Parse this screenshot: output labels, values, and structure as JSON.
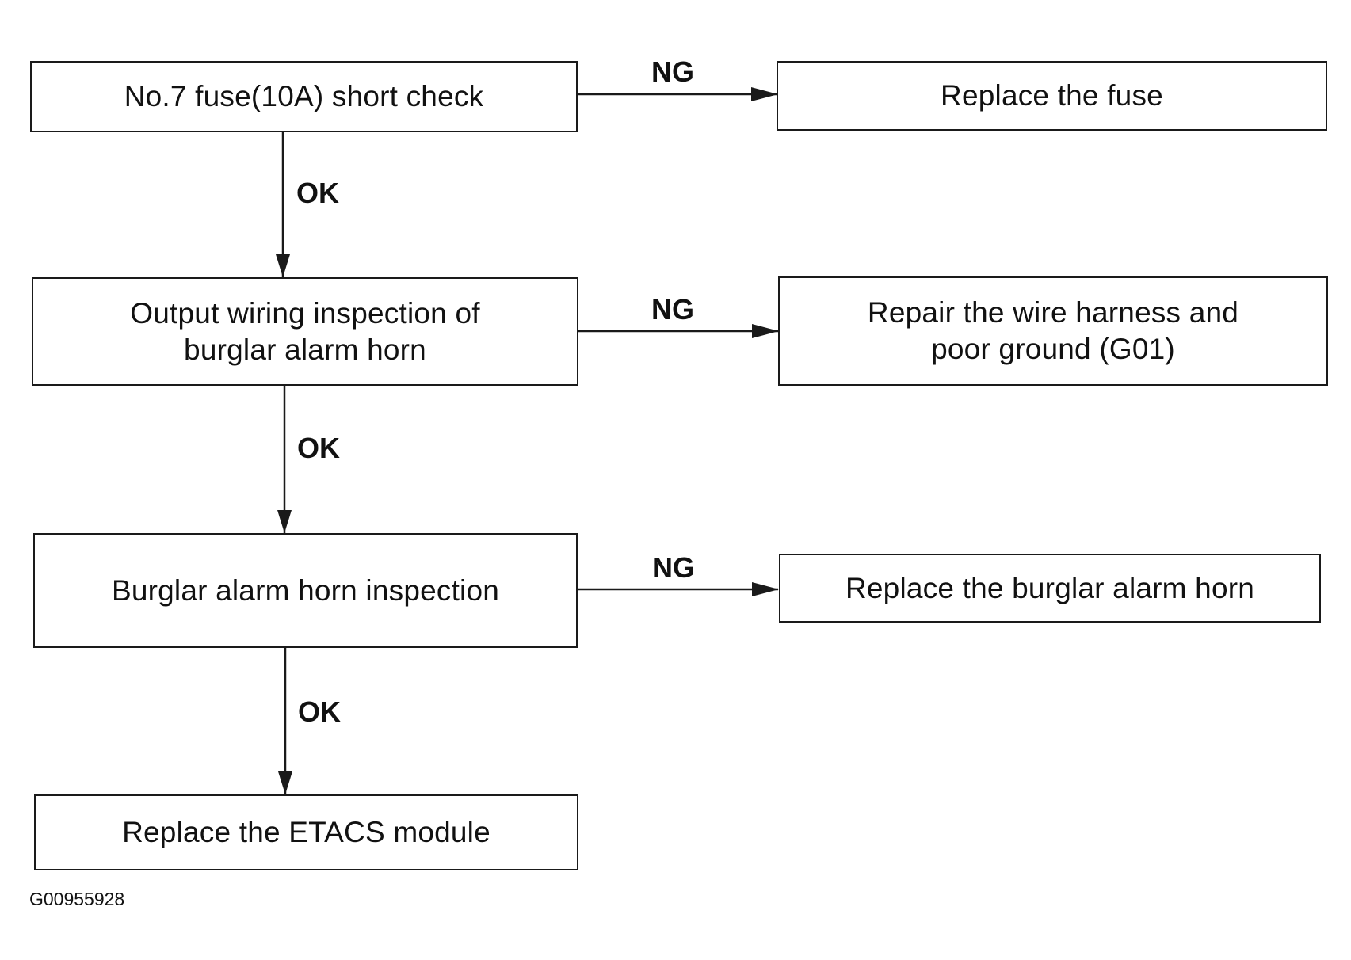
{
  "steps": {
    "fuse_check": {
      "line1": "No.7 fuse(10A) short check"
    },
    "wiring_inspection": {
      "line1": "Output wiring inspection of",
      "line2": "burglar alarm horn"
    },
    "horn_inspection": {
      "line1": "Burglar alarm horn inspection"
    },
    "replace_etacs": {
      "line1": "Replace the ETACS module"
    }
  },
  "outcomes": {
    "replace_fuse": {
      "line1": "Replace the fuse"
    },
    "repair_harness": {
      "line1": "Repair the wire harness and",
      "line2": "poor ground (G01)"
    },
    "replace_horn": {
      "line1": "Replace the burglar alarm horn"
    }
  },
  "labels": {
    "ng": "NG",
    "ok": "OK"
  },
  "figure_code": "G00955928",
  "colors": {
    "line": "#1a1a1a",
    "background": "#ffffff"
  }
}
